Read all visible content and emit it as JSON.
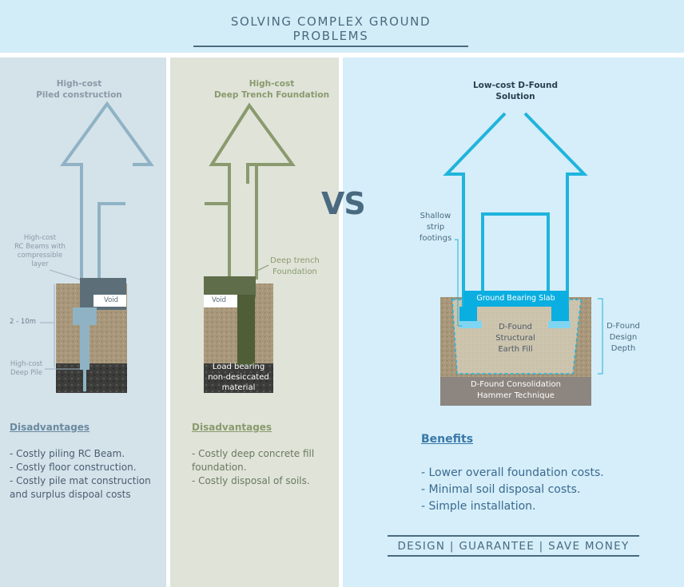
{
  "banner": {
    "title": "SOLVING COMPLEX GROUND PROBLEMS"
  },
  "vs": "VS",
  "piled": {
    "caption": [
      "High-cost",
      "Piled construction"
    ],
    "rc_beams": [
      "High-cost",
      "RC Beams with",
      "compressible",
      "layer"
    ],
    "void": "Void",
    "depth": "2 - 10m",
    "deep_pile": [
      "High-cost",
      "Deep Pile"
    ],
    "disadvantages_title": "Disadvantages",
    "disadvantages": [
      "- Costly piling RC Beam.",
      "- Costly floor construction.",
      "- Costly pile mat construction",
      "and surplus dispoal costs"
    ]
  },
  "trench": {
    "caption": [
      "High-cost",
      "Deep Trench Foundation"
    ],
    "deep_trench": [
      "Deep trench",
      "Foundation"
    ],
    "void": "Void",
    "load_bearing": [
      "Load bearing",
      "non-desiccated",
      "material"
    ],
    "disadvantages_title": "Disadvantages",
    "disadvantages": [
      "- Costly deep concrete fill",
      "foundation.",
      "- Costly disposal of soils."
    ]
  },
  "dfound": {
    "caption": [
      "Low-cost D-Found",
      "Solution"
    ],
    "shallow": [
      "Shallow",
      "strip",
      "footings"
    ],
    "slab": "Ground Bearing Slab",
    "fill": [
      "D-Found",
      "Structural",
      "Earth Fill"
    ],
    "depth": [
      "D-Found",
      "Design",
      "Depth"
    ],
    "hammer": [
      "D-Found Consolidation",
      "Hammer Technique"
    ],
    "benefits_title": "Benefits",
    "benefits": [
      "- Lower overall foundation costs.",
      "- Minimal soil disposal costs.",
      "- Simple installation."
    ]
  },
  "footer": "DESIGN | GUARANTEE | SAVE MONEY",
  "colors": {
    "piled": "#8fb3c4",
    "trench": "#8a9a6e",
    "dfound": "#1fb4dc",
    "text_dark": "#4a6a80"
  }
}
